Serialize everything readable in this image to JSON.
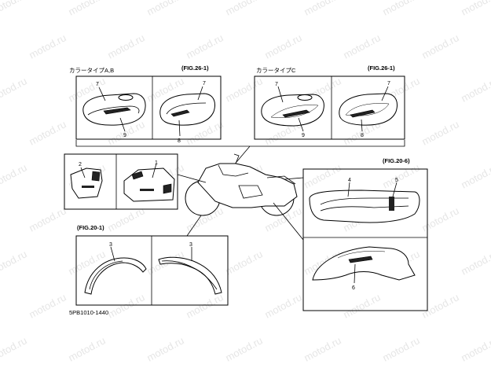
{
  "watermark": "motod.ru",
  "figure_code": "5PB1010-1440",
  "groups": {
    "color_ab_label": "カラータイプA,B",
    "color_c_label": "カラータイプC",
    "fig26_left": "(FIG.26-1)",
    "fig26_right": "(FIG.26-1)",
    "fig20_6": "(FIG.20-6)",
    "fig20_1": "(FIG.20-1)"
  },
  "callouts": {
    "tank_ab_left_top": "7",
    "tank_ab_left_bottom": "9",
    "tank_ab_right_top": "7",
    "tank_ab_right_bottom": "8",
    "tank_c_left_top": "7",
    "tank_c_left_bottom": "9",
    "tank_c_right_top": "7",
    "tank_c_right_bottom": "8",
    "side_cover_left": "2",
    "side_cover_right": "1",
    "rear_top_left": "4",
    "rear_top_right": "5",
    "rear_fender": "6",
    "front_fender_left": "3",
    "front_fender_right": "3"
  }
}
